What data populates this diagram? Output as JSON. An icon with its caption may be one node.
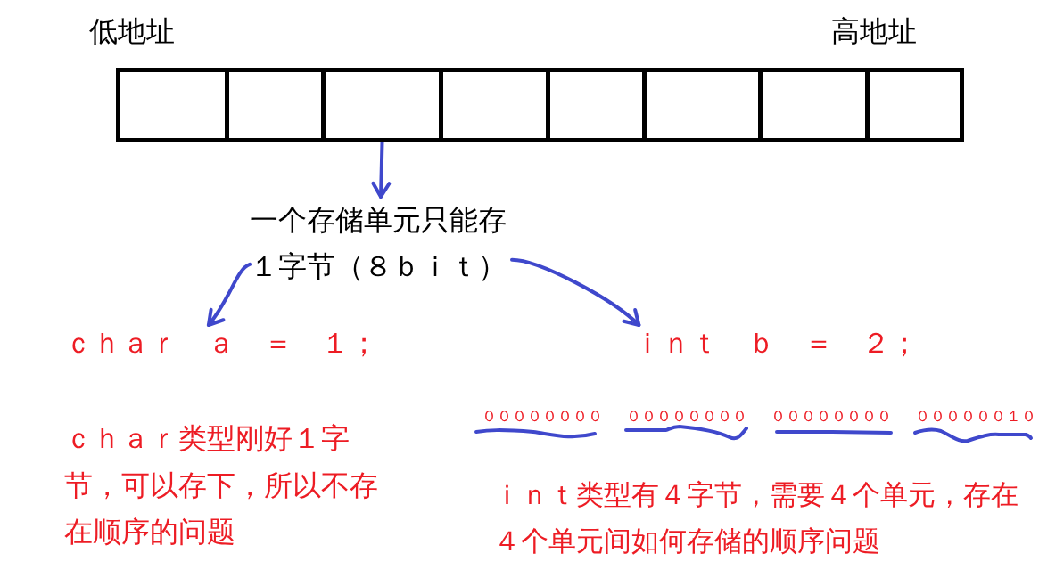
{
  "diagram": {
    "nodes": [
      {
        "text": [],
        "shape": "box"
      },
      {
        "text": [],
        "shape": "box"
      },
      {
        "text": [],
        "shape": "box"
      },
      {
        "text": [],
        "shape": "box"
      },
      {
        "text": [],
        "shape": "box"
      },
      {
        "text": [],
        "shape": "box"
      },
      {
        "text": [],
        "shape": "box"
      },
      {
        "text": [],
        "shape": "box"
      },
      {
        "text": [
          "一个存储单元只能存１字节（８ｂｉｔ）"
        ]
      },
      {
        "text": [
          "ｃｈａｒ　ａ　＝　１；"
        ]
      },
      {
        "text": [
          "ｉｎｔ　ｂ　＝　２；"
        ]
      }
    ],
    "edges": [
      {
        "from": 2,
        "to": 8,
        "arrow": "to"
      },
      {
        "from": 8,
        "to": 9,
        "arrow": "to"
      },
      {
        "from": 8,
        "to": 10,
        "arrow": "to"
      }
    ],
    "labels": [
      "低地址",
      "高地址",
      "００００００００",
      "００００００００",
      "００００００００",
      "００００００１０",
      "ｃｈａｒ类型刚好１字节，可以存下，所以不存在顺序的问题",
      "ｉｎｔ类型有４字节，需要４个单元，存在４个单元间如何存储的顺序问题"
    ]
  }
}
